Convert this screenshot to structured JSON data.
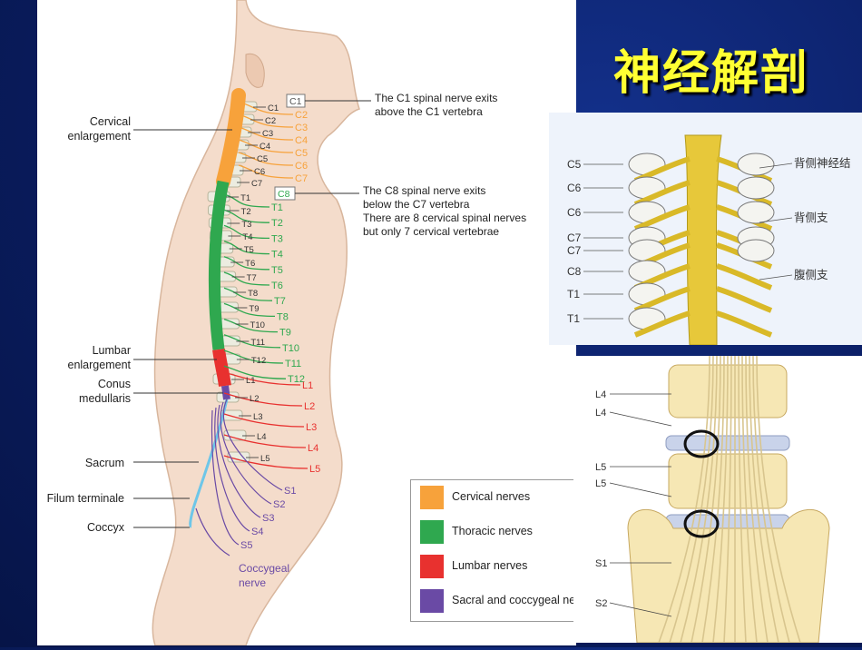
{
  "title": "神经解剖",
  "main_figure": {
    "left_labels": {
      "cervical_enlargement": [
        "Cervical",
        "enlargement"
      ],
      "lumbar_enlargement": [
        "Lumbar",
        "enlargement"
      ],
      "conus_medullaris": [
        "Conus",
        "medullaris"
      ],
      "sacrum": "Sacrum",
      "filum_terminale": "Filum terminale",
      "coccyx": "Coccyx"
    },
    "note_c1": [
      "The C1 spinal nerve exits",
      "above the C1 vertebra"
    ],
    "note_c8": [
      "The C8 spinal nerve exits",
      "below the C7 vertebra",
      "There are 8 cervical spinal nerves",
      "but only 7 cervical vertebrae"
    ],
    "boxed_c1": "C1",
    "boxed_c8": "C8",
    "vertebra_labels": [
      "C1",
      "C2",
      "C3",
      "C4",
      "C5",
      "C6",
      "C7",
      "T1",
      "T2",
      "T3",
      "T4",
      "T5",
      "T6",
      "T7",
      "T8",
      "T9",
      "T10",
      "T11",
      "T12",
      "L1",
      "L2",
      "L3",
      "L4",
      "L5"
    ],
    "cervical_nerves": [
      "C2",
      "C3",
      "C4",
      "C5",
      "C6",
      "C7"
    ],
    "thoracic_nerves": [
      "T1",
      "T2",
      "T3",
      "T4",
      "T5",
      "T6",
      "T7",
      "T8",
      "T9",
      "T10",
      "T11",
      "T12"
    ],
    "lumbar_nerves": [
      "L1",
      "L2",
      "L3",
      "L4",
      "L5"
    ],
    "sacral_nerves": [
      "S1",
      "S2",
      "S3",
      "S4",
      "S5"
    ],
    "coccygeal_nerve": [
      "Coccygeal",
      "nerve"
    ],
    "legend": [
      {
        "label": "Cervical nerves",
        "color": "#f7a23b"
      },
      {
        "label": "Thoracic nerves",
        "color": "#2fa84f"
      },
      {
        "label": "Lumbar nerves",
        "color": "#e8312f"
      },
      {
        "label": "Sacral and coccygeal nerves",
        "color": "#6a4aa5"
      }
    ]
  },
  "figure_top_right": {
    "left_labels": [
      "C5",
      "C6",
      "C6",
      "C7",
      "C7",
      "C8",
      "T1",
      "T1"
    ],
    "right_labels": [
      "背侧神经结",
      "背侧支",
      "腹侧支"
    ]
  },
  "figure_bottom_right": {
    "labels": [
      "L4",
      "L4",
      "L5",
      "L5",
      "S1",
      "S2"
    ]
  }
}
